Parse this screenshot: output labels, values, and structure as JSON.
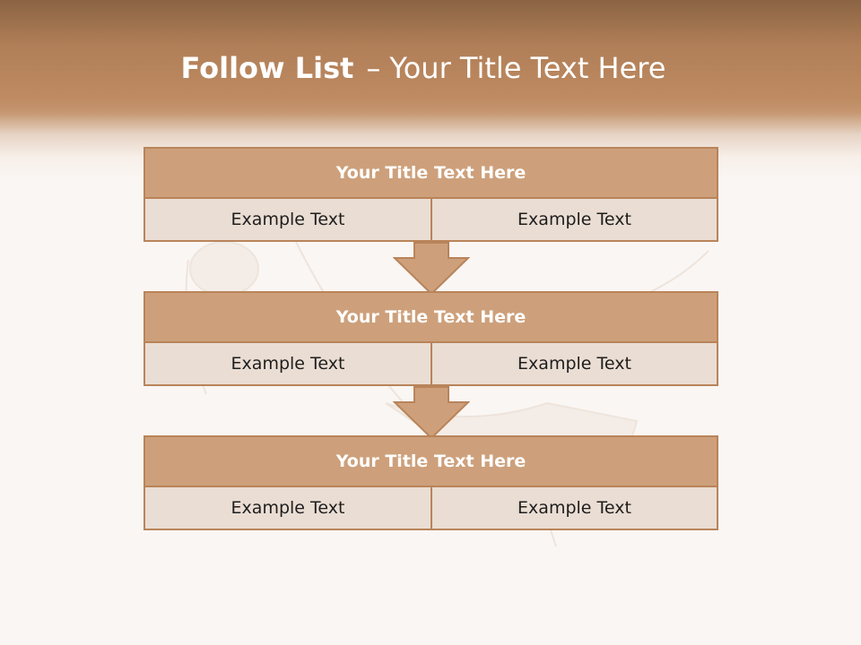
{
  "slide": {
    "title_bold": "Follow List",
    "title_separator": "–",
    "title_rest": "Your Title Text Here"
  },
  "colors": {
    "header_brown": "#be8b62",
    "block_title_fill": "#cda07b",
    "block_border": "#b9845a",
    "cell_fill": "#eaddd3",
    "background": "#faf6f3"
  },
  "blocks": [
    {
      "title": "Your Title Text Here",
      "cells": [
        "Example Text",
        "Example Text"
      ]
    },
    {
      "title": "Your Title Text Here",
      "cells": [
        "Example Text",
        "Example Text"
      ]
    },
    {
      "title": "Your Title Text Here",
      "cells": [
        "Example Text",
        "Example Text"
      ]
    }
  ],
  "arrows": [
    {
      "icon": "down-arrow-icon"
    },
    {
      "icon": "down-arrow-icon"
    }
  ]
}
